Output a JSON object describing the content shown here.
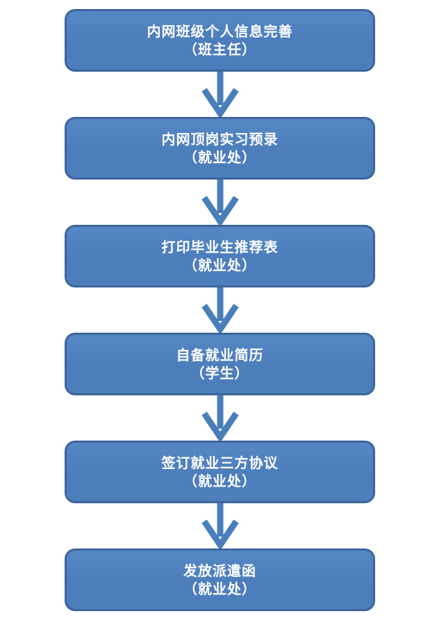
{
  "flowchart": {
    "title": "employment-process-flowchart",
    "direction": "top-to-bottom",
    "steps": [
      {
        "line1": "内网班级个人信息完善",
        "line2": "（班主任）"
      },
      {
        "line1": "内网顶岗实习预录",
        "line2": "（就业处）"
      },
      {
        "line1": "打印毕业生推荐表",
        "line2": "（就业处）"
      },
      {
        "line1": "自备就业简历",
        "line2": "（学生）"
      },
      {
        "line1": "签订就业三方协议",
        "line2": "（就业处）"
      },
      {
        "line1": "发放派遣函",
        "line2": "（就业处）"
      }
    ],
    "connector": "down-arrow",
    "colors": {
      "box_fill": "#4d7ebc",
      "box_fill_top": "#5687c5",
      "box_border": "#3c659c",
      "arrow": "#4a7ebb",
      "text": "#ffffff",
      "background": "#ffffff"
    }
  }
}
